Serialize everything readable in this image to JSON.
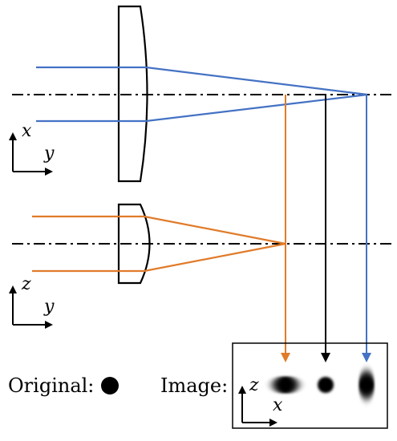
{
  "colors": {
    "horizontal_rays": "#4472C4",
    "vertical_rays": "#E07B2A",
    "ink": "#000000",
    "background": "#FFFFFF"
  },
  "top_panel": {
    "axes": {
      "vertical": "x",
      "horizontal": "y"
    },
    "ray_color": "horizontal_rays"
  },
  "bottom_panel": {
    "axes": {
      "vertical": "z",
      "horizontal": "y"
    },
    "ray_color": "vertical_rays"
  },
  "legend": {
    "original_label": "Original:",
    "image_label": "Image:",
    "image_box_axes": {
      "vertical": "z",
      "horizontal": "x"
    }
  }
}
